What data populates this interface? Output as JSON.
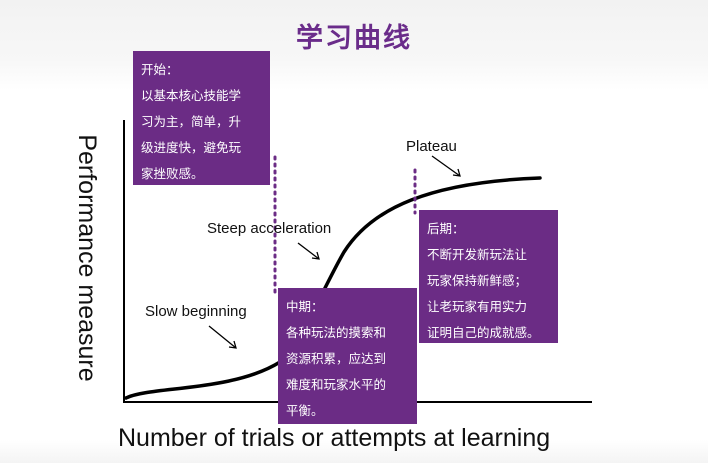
{
  "title": "学习曲线",
  "axes": {
    "ylabel": "Performance measure",
    "xlabel": "Number of trials or attempts at learning"
  },
  "annotations": {
    "slow": "Slow beginning",
    "steep": "Steep acceleration",
    "plateau": "Plateau"
  },
  "notes": {
    "start": [
      "开始：",
      "以基本核心技能学",
      "习为主，简单，升",
      "级进度快，避免玩",
      "家挫败感。"
    ],
    "middle": [
      "中期：",
      "各种玩法的摸索和",
      "资源积累，应达到",
      "难度和玩家水平的",
      "平衡。"
    ],
    "late": [
      "后期：",
      "不断开发新玩法让",
      "玩家保持新鲜感；",
      "让老玩家有用实力",
      "证明自己的成就感。"
    ]
  },
  "colors": {
    "note_bg": "#6b2c85",
    "title": "#6a2c8a",
    "divider": "#6b2c85",
    "curve": "#000000"
  }
}
